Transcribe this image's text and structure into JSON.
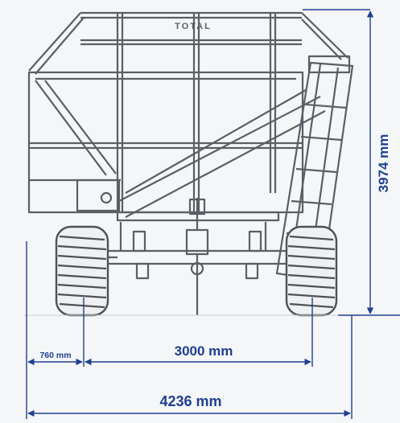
{
  "drawing": {
    "brand_mark": "TOTAL",
    "colors": {
      "background": "#f4f6f7",
      "line": "#5a5f66",
      "dimension": "#1f3f8f",
      "tire": "#4d5257"
    }
  },
  "dimensions": {
    "height_label": "3974 mm",
    "track_label": "3000 mm",
    "tire_width_label": "760 mm",
    "overall_width_label": "4236 mm"
  }
}
